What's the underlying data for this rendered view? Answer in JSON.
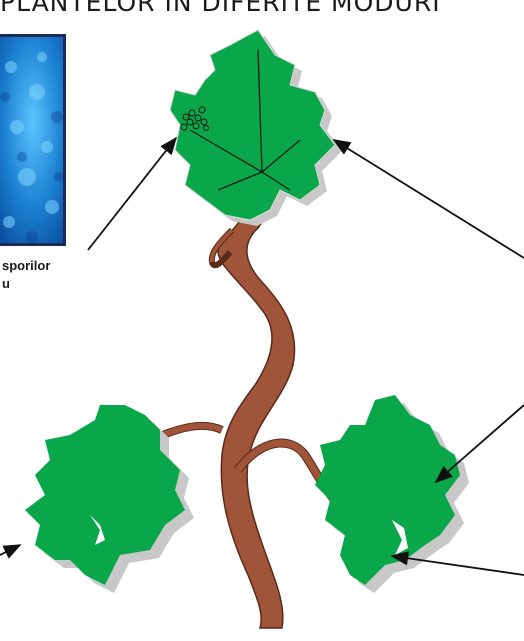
{
  "title": "PLANTELOR IN DIFERITE MODURI",
  "labels": {
    "spores_line1": "sporilor",
    "spores_line2": "u"
  },
  "colors": {
    "leaf": "#0aa64a",
    "leaf_shadow": "#c8c8c8",
    "vine": "#a0553a",
    "photo_border": "#1f2a5a",
    "photo_fill": "#1e7fd0"
  },
  "icons": [
    "spore-cluster-icon",
    "arrow-icon"
  ]
}
